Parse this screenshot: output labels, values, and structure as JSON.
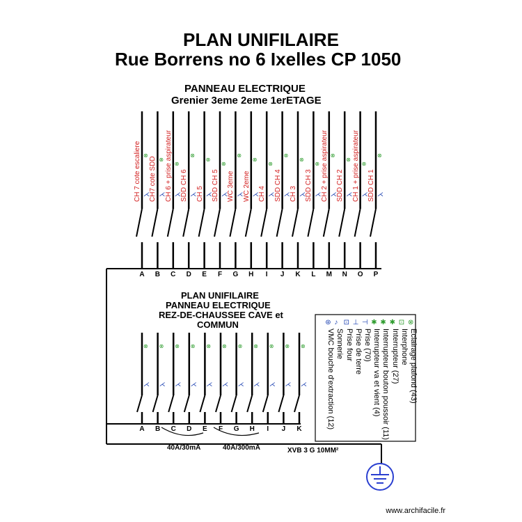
{
  "title": "PLAN UNIFILAIRE",
  "subtitle": "Rue Borrens no 6 Ixelles CP 1050",
  "upper_panel": {
    "title_line1": "PANNEAU ELECTRIQUE",
    "title_line2": "Grenier 3eme 2eme 1erETAGE",
    "circuits": [
      {
        "letter": "A",
        "label": "CH 7 cote escaliere"
      },
      {
        "letter": "B",
        "label": "CH7 cote SDD"
      },
      {
        "letter": "C",
        "label": "CH 6 + prise aspirateur"
      },
      {
        "letter": "D",
        "label": "SDD CH 6"
      },
      {
        "letter": "E",
        "label": "CH 5"
      },
      {
        "letter": "F",
        "label": "SDD CH 5"
      },
      {
        "letter": "G",
        "label": "WC 3eme"
      },
      {
        "letter": "H",
        "label": "WC 2eme"
      },
      {
        "letter": "I",
        "label": "CH 4"
      },
      {
        "letter": "J",
        "label": "SDD CH 4"
      },
      {
        "letter": "K",
        "label": "CH 3"
      },
      {
        "letter": "L",
        "label": "SDD CH 3"
      },
      {
        "letter": "M",
        "label": "CH 2 + prise aspirateur"
      },
      {
        "letter": "N",
        "label": "SDD CH 2"
      },
      {
        "letter": "O",
        "label": "CH 1 + prise aspirateur"
      },
      {
        "letter": "P",
        "label": "SDD CH 1"
      }
    ]
  },
  "lower_panel": {
    "title_line1": "PLAN UNIFILAIRE",
    "title_line2": "PANNEAU ELECTRIQUE",
    "title_line3": "REZ-DE-CHAUSSEE CAVE et",
    "title_line4": "COMMUN",
    "letters": [
      "A",
      "B",
      "C",
      "D",
      "E",
      "F",
      "G",
      "H",
      "I",
      "J",
      "K"
    ],
    "differential_1": "40A/30mA",
    "differential_2": "40A/300mA"
  },
  "legend": {
    "items": [
      "Eclairage plafond (43)",
      "Interphone",
      "Interrupteur (27)",
      "Interrupteur bouton poussoir (11)",
      "Interrupteur va et vient (4)",
      "Prise (70)",
      "Prise de terre",
      "Prise four",
      "Sonnerie",
      "VMC bouche d'extraction (12)"
    ]
  },
  "cable_label": "XVB 3 G 10MM²",
  "footer": "www.archifacile.fr",
  "colors": {
    "line": "#000000",
    "label_red": "#d21f1f",
    "symbol_blue": "#1a3fb0",
    "symbol_green": "#2e9c2e",
    "ground_blue": "#2a3fd0"
  }
}
